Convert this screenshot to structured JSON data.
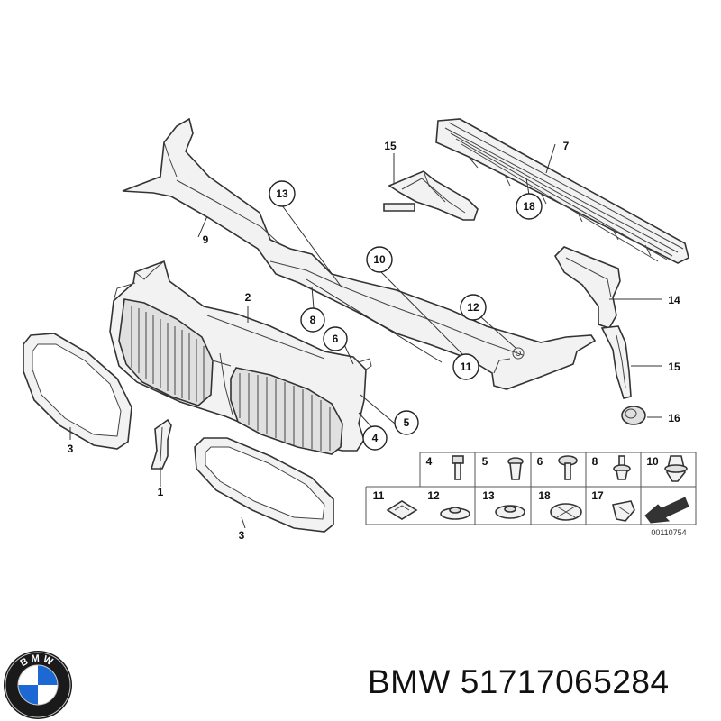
{
  "callouts": {
    "c1": "1",
    "c2": "2",
    "c3a": "3",
    "c3b": "3",
    "c4": "4",
    "c5": "5",
    "c6": "6",
    "c7": "7",
    "c8": "8",
    "c9": "9",
    "c10": "10",
    "c11": "11",
    "c12": "12",
    "c13": "13",
    "c14": "14",
    "c15a": "15",
    "c15b": "15",
    "c16": "16",
    "c18": "18"
  },
  "fastener_table": {
    "row1": [
      "4",
      "5",
      "6",
      "8",
      "10"
    ],
    "row2": [
      "11",
      "12",
      "13",
      "18",
      "17"
    ]
  },
  "diagram_code": "00110754",
  "logo_text": "BMW",
  "brand_label": "BMW 51717065284",
  "colors": {
    "logo_blue": "#1c69d4",
    "logo_ring": "#1a1a1a",
    "line": "#333333"
  }
}
